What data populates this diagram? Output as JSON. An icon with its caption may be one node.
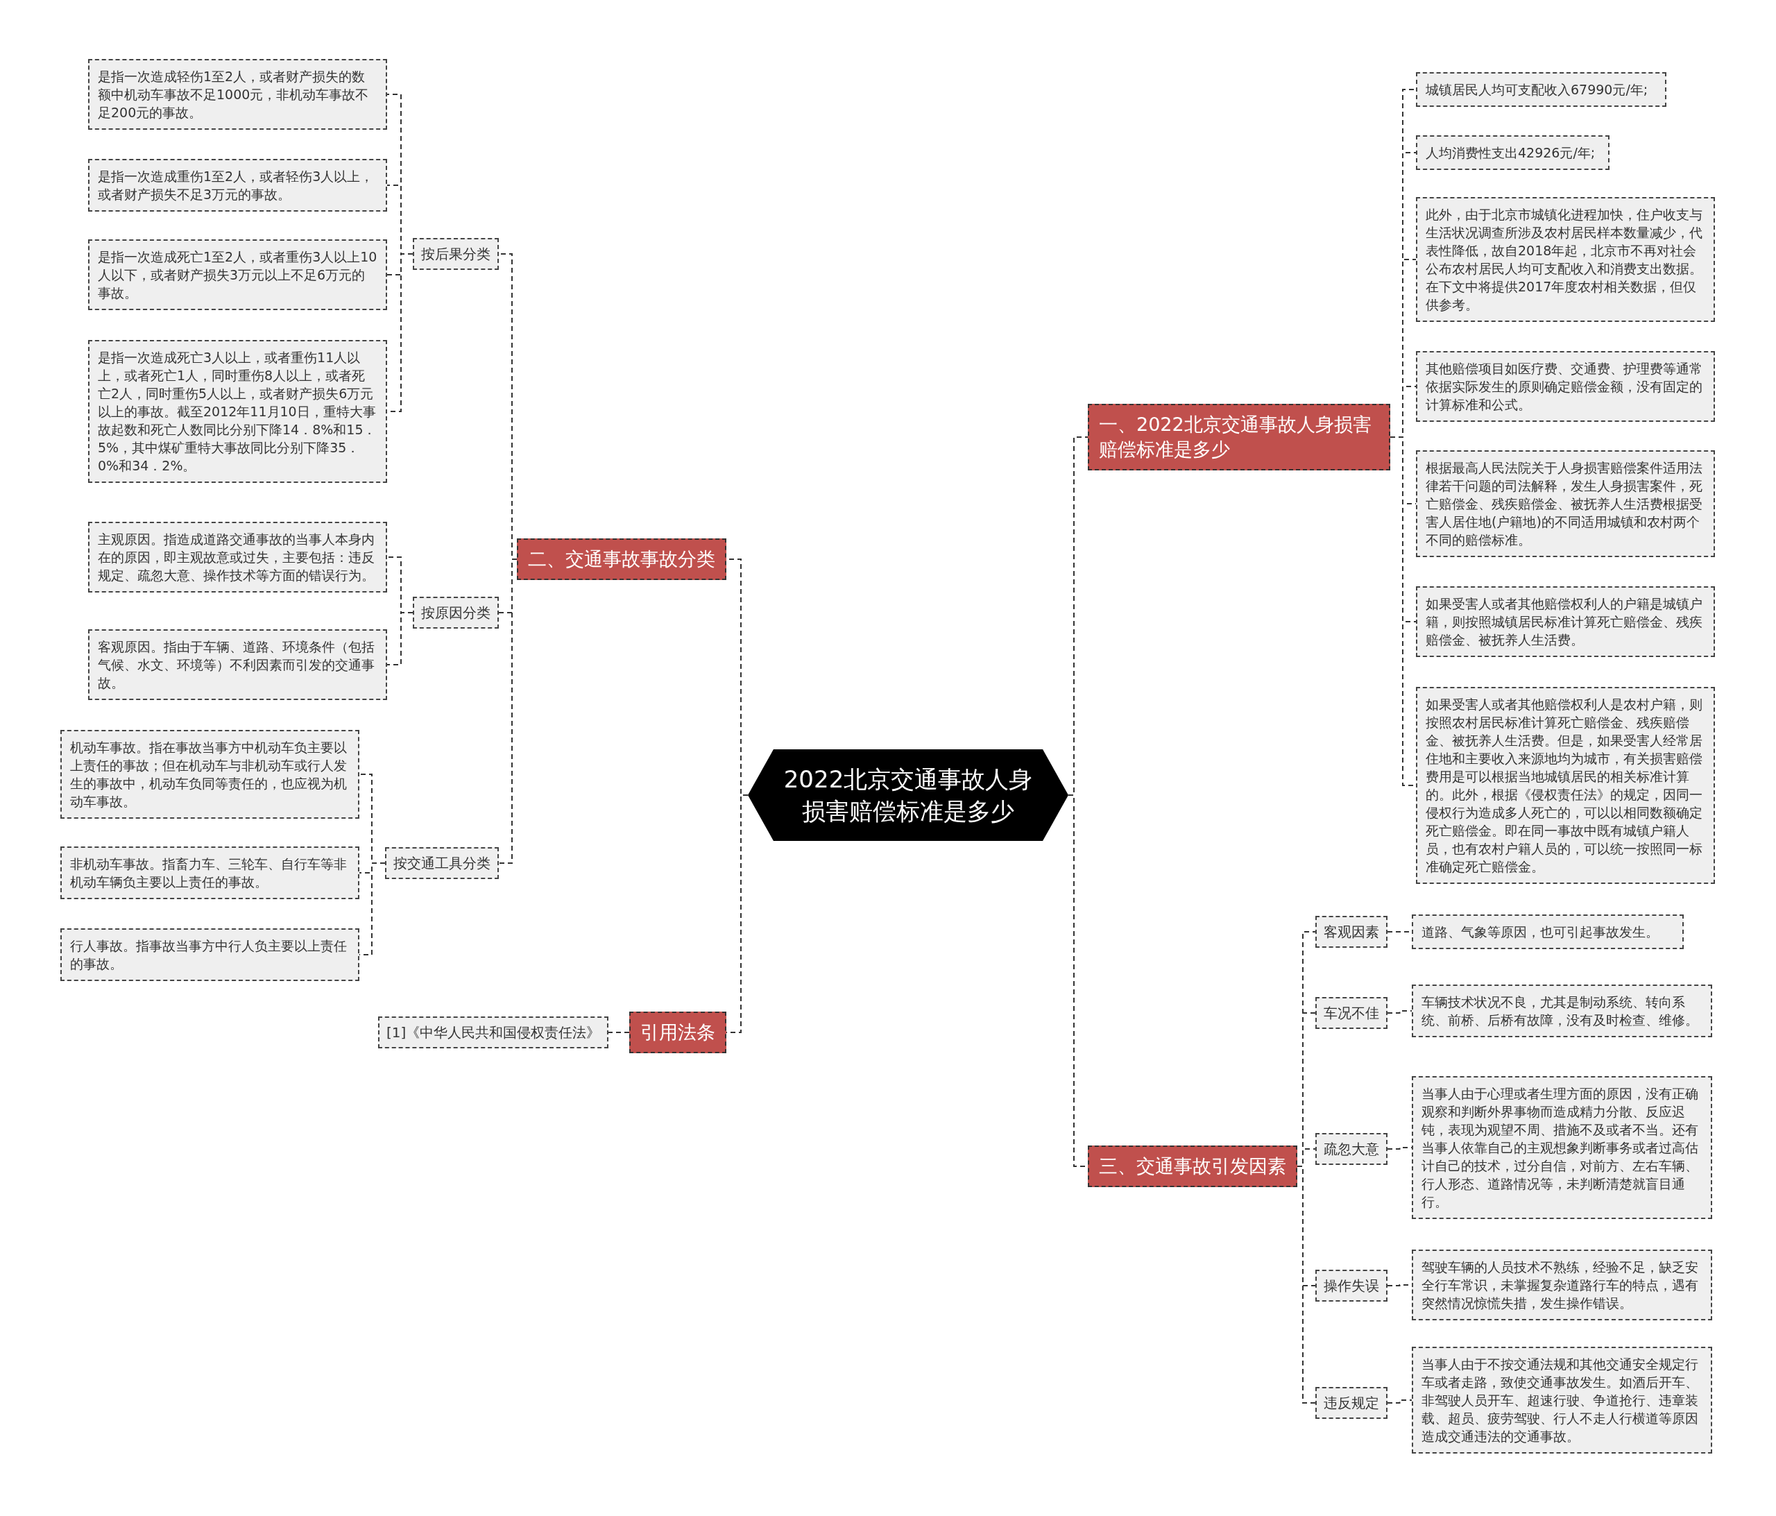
{
  "diagram": {
    "nodes": [
      {
        "text": [
          "2022北京交通事故人身损害赔偿标准是多少"
        ]
      },
      {
        "text": [
          "一、2022北京交通事故人身损害赔偿标准是多少"
        ]
      },
      {
        "text": [
          "城镇居民人均可支配收入67990元/年;"
        ]
      },
      {
        "text": [
          "人均消费性支出42926元/年;"
        ]
      },
      {
        "text": [
          "此外，由于北京市城镇化进程加快，住户收支与生活状况调查所涉及农村居民样本数量减少，代表性降低，故自2018年起，北京市不再对社会公布农村居民人均可支配收入和消费支出数据。在下文中将提供2017年度农村相关数据，但仅供参考。"
        ]
      },
      {
        "text": [
          "其他赔偿项目如医疗费、交通费、护理费等通常依据实际发生的原则确定赔偿金额，没有固定的计算标准和公式。"
        ]
      },
      {
        "text": [
          "根据最高人民法院关于人身损害赔偿案件适用法律若干问题的司法解释，发生人身损害案件，死亡赔偿金、残疾赔偿金、被抚养人生活费根据受害人居住地(户籍地)的不同适用城镇和农村两个不同的赔偿标准。"
        ]
      },
      {
        "text": [
          "如果受害人或者其他赔偿权利人的户籍是城镇户籍，则按照城镇居民标准计算死亡赔偿金、残疾赔偿金、被抚养人生活费。"
        ]
      },
      {
        "text": [
          "如果受害人或者其他赔偿权利人是农村户籍，则按照农村居民标准计算死亡赔偿金、残疾赔偿金、被抚养人生活费。但是，如果受害人经常居住地和主要收入来源地均为城市，有关损害赔偿费用是可以根据当地城镇居民的相关标准计算的。此外，根据《侵权责任法》的规定，因同一侵权行为造成多人死亡的，可以以相同数额确定死亡赔偿金。即在同一事故中既有城镇户籍人员，也有农村户籍人员的，可以统一按照同一标准确定死亡赔偿金。"
        ]
      },
      {
        "text": [
          "二、交通事故事故分类"
        ]
      },
      {
        "text": [
          "按后果分类"
        ]
      },
      {
        "text": [
          "是指一次造成轻伤1至2人，或者财产损失的数额中机动车事故不足1000元，非机动车事故不足200元的事故。"
        ]
      },
      {
        "text": [
          "是指一次造成重伤1至2人，或者轻伤3人以上，或者财产损失不足3万元的事故。"
        ]
      },
      {
        "text": [
          "是指一次造成死亡1至2人，或者重伤3人以上10人以下，或者财产损失3万元以上不足6万元的事故。"
        ]
      },
      {
        "text": [
          "是指一次造成死亡3人以上，或者重伤11人以上，或者死亡1人，同时重伤8人以上，或者死亡2人，同时重伤5人以上，或者财产损失6万元以上的事故。截至2012年11月10日，重特大事故起数和死亡人数同比分别下降14．8%和15．5%，其中煤矿重特大事故同比分别下降35．0%和34．2%。"
        ]
      },
      {
        "text": [
          "按原因分类"
        ]
      },
      {
        "text": [
          "主观原因。指造成道路交通事故的当事人本身内在的原因，即主观故意或过失，主要包括：违反规定、疏忽大意、操作技术等方面的错误行为。"
        ]
      },
      {
        "text": [
          "客观原因。指由于车辆、道路、环境条件（包括气候、水文、环境等）不利因素而引发的交通事故。"
        ]
      },
      {
        "text": [
          "按交通工具分类"
        ]
      },
      {
        "text": [
          "机动车事故。指在事故当事方中机动车负主要以上责任的事故；但在机动车与非机动车或行人发生的事故中，机动车负同等责任的，也应视为机动车事故。"
        ]
      },
      {
        "text": [
          "非机动车事故。指畜力车、三轮车、自行车等非机动车辆负主要以上责任的事故。"
        ]
      },
      {
        "text": [
          "行人事故。指事故当事方中行人负主要以上责任的事故。"
        ]
      },
      {
        "text": [
          "引用法条"
        ]
      },
      {
        "text": [
          "[1]《中华人民共和国侵权责任法》"
        ]
      },
      {
        "text": [
          "三、交通事故引发因素"
        ]
      },
      {
        "text": [
          "客观因素"
        ]
      },
      {
        "text": [
          "道路、气象等原因，也可引起事故发生。"
        ]
      },
      {
        "text": [
          "车况不佳"
        ]
      },
      {
        "text": [
          "车辆技术状况不良，尤其是制动系统、转向系统、前桥、后桥有故障，没有及时检查、维修。"
        ]
      },
      {
        "text": [
          "疏忽大意"
        ]
      },
      {
        "text": [
          "当事人由于心理或者生理方面的原因，没有正确观察和判断外界事物而造成精力分散、反应迟钝，表现为观望不周、措施不及或者不当。还有当事人依靠自己的主观想象判断事务或者过高估计自己的技术，过分自信，对前方、左右车辆、行人形态、道路情况等，未判断清楚就盲目通行。"
        ]
      },
      {
        "text": [
          "操作失误"
        ]
      },
      {
        "text": [
          "驾驶车辆的人员技术不熟练，经验不足，缺乏安全行车常识，未掌握复杂道路行车的特点，遇有突然情况惊慌失措，发生操作错误。"
        ]
      },
      {
        "text": [
          "违反规定"
        ]
      },
      {
        "text": [
          "当事人由于不按交通法规和其他交通安全规定行车或者走路，致使交通事故发生。如酒后开车、非驾驶人员开车、超速行驶、争道抢行、违章装载、超员、疲劳驾驶、行人不走人行横道等原因造成交通违法的交通事故。"
        ]
      }
    ],
    "edges": [
      {
        "from": 0,
        "to": 1,
        "arrow": "none"
      },
      {
        "from": 1,
        "to": 2,
        "arrow": "none"
      },
      {
        "from": 1,
        "to": 3,
        "arrow": "none"
      },
      {
        "from": 1,
        "to": 4,
        "arrow": "none"
      },
      {
        "from": 1,
        "to": 5,
        "arrow": "none"
      },
      {
        "from": 1,
        "to": 6,
        "arrow": "none"
      },
      {
        "from": 1,
        "to": 7,
        "arrow": "none"
      },
      {
        "from": 1,
        "to": 8,
        "arrow": "none"
      },
      {
        "from": 0,
        "to": 9,
        "arrow": "none"
      },
      {
        "from": 9,
        "to": 10,
        "arrow": "none"
      },
      {
        "from": 10,
        "to": 11,
        "arrow": "none"
      },
      {
        "from": 10,
        "to": 12,
        "arrow": "none"
      },
      {
        "from": 10,
        "to": 13,
        "arrow": "none"
      },
      {
        "from": 10,
        "to": 14,
        "arrow": "none"
      },
      {
        "from": 9,
        "to": 15,
        "arrow": "none"
      },
      {
        "from": 15,
        "to": 16,
        "arrow": "none"
      },
      {
        "from": 15,
        "to": 17,
        "arrow": "none"
      },
      {
        "from": 9,
        "to": 18,
        "arrow": "none"
      },
      {
        "from": 18,
        "to": 19,
        "arrow": "none"
      },
      {
        "from": 18,
        "to": 20,
        "arrow": "none"
      },
      {
        "from": 18,
        "to": 21,
        "arrow": "none"
      },
      {
        "from": 0,
        "to": 22,
        "arrow": "none"
      },
      {
        "from": 22,
        "to": 23,
        "arrow": "none"
      },
      {
        "from": 0,
        "to": 24,
        "arrow": "none"
      },
      {
        "from": 24,
        "to": 25,
        "arrow": "none"
      },
      {
        "from": 25,
        "to": 26,
        "arrow": "none"
      },
      {
        "from": 24,
        "to": 27,
        "arrow": "none"
      },
      {
        "from": 27,
        "to": 28,
        "arrow": "none"
      },
      {
        "from": 24,
        "to": 29,
        "arrow": "none"
      },
      {
        "from": 29,
        "to": 30,
        "arrow": "none"
      },
      {
        "from": 24,
        "to": 31,
        "arrow": "none"
      },
      {
        "from": 31,
        "to": 32,
        "arrow": "none"
      },
      {
        "from": 24,
        "to": 33,
        "arrow": "none"
      },
      {
        "from": 33,
        "to": 34,
        "arrow": "none"
      }
    ]
  }
}
